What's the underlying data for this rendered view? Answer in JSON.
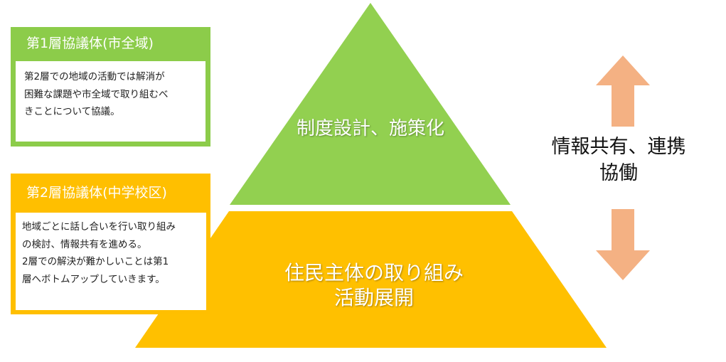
{
  "colors": {
    "top_tier": "#92d050",
    "bottom_tier": "#ffc000",
    "arrow": "#f4b183",
    "layer1_accent": "#8ccc4a",
    "layer2_accent": "#ffbf00"
  },
  "pyramid": {
    "top_tier": {
      "lines": [
        "制度設計、施策化"
      ]
    },
    "bottom_tier": {
      "lines": [
        "住民主体の取り組み",
        "活動展開"
      ]
    }
  },
  "layer1_panel": {
    "title": "第1層協議体(市全域)",
    "body_lines": [
      "第2層での地域の活動では解消が",
      "困難な課題や市全域で取り組むべ",
      "きことについて協議。"
    ]
  },
  "layer2_panel": {
    "title": "第2層協議体(中学校区)",
    "body_lines": [
      "地域ごとに話し合いを行い取り組み",
      "の検討、情報共有を進める。",
      "2層での解決が難かしいことは第1",
      "層へボトムアップしていきます。"
    ]
  },
  "relation": {
    "lines": [
      "情報共有、連携",
      "協働"
    ],
    "arrow_up_icon": "arrow-up-icon",
    "arrow_down_icon": "arrow-down-icon"
  }
}
